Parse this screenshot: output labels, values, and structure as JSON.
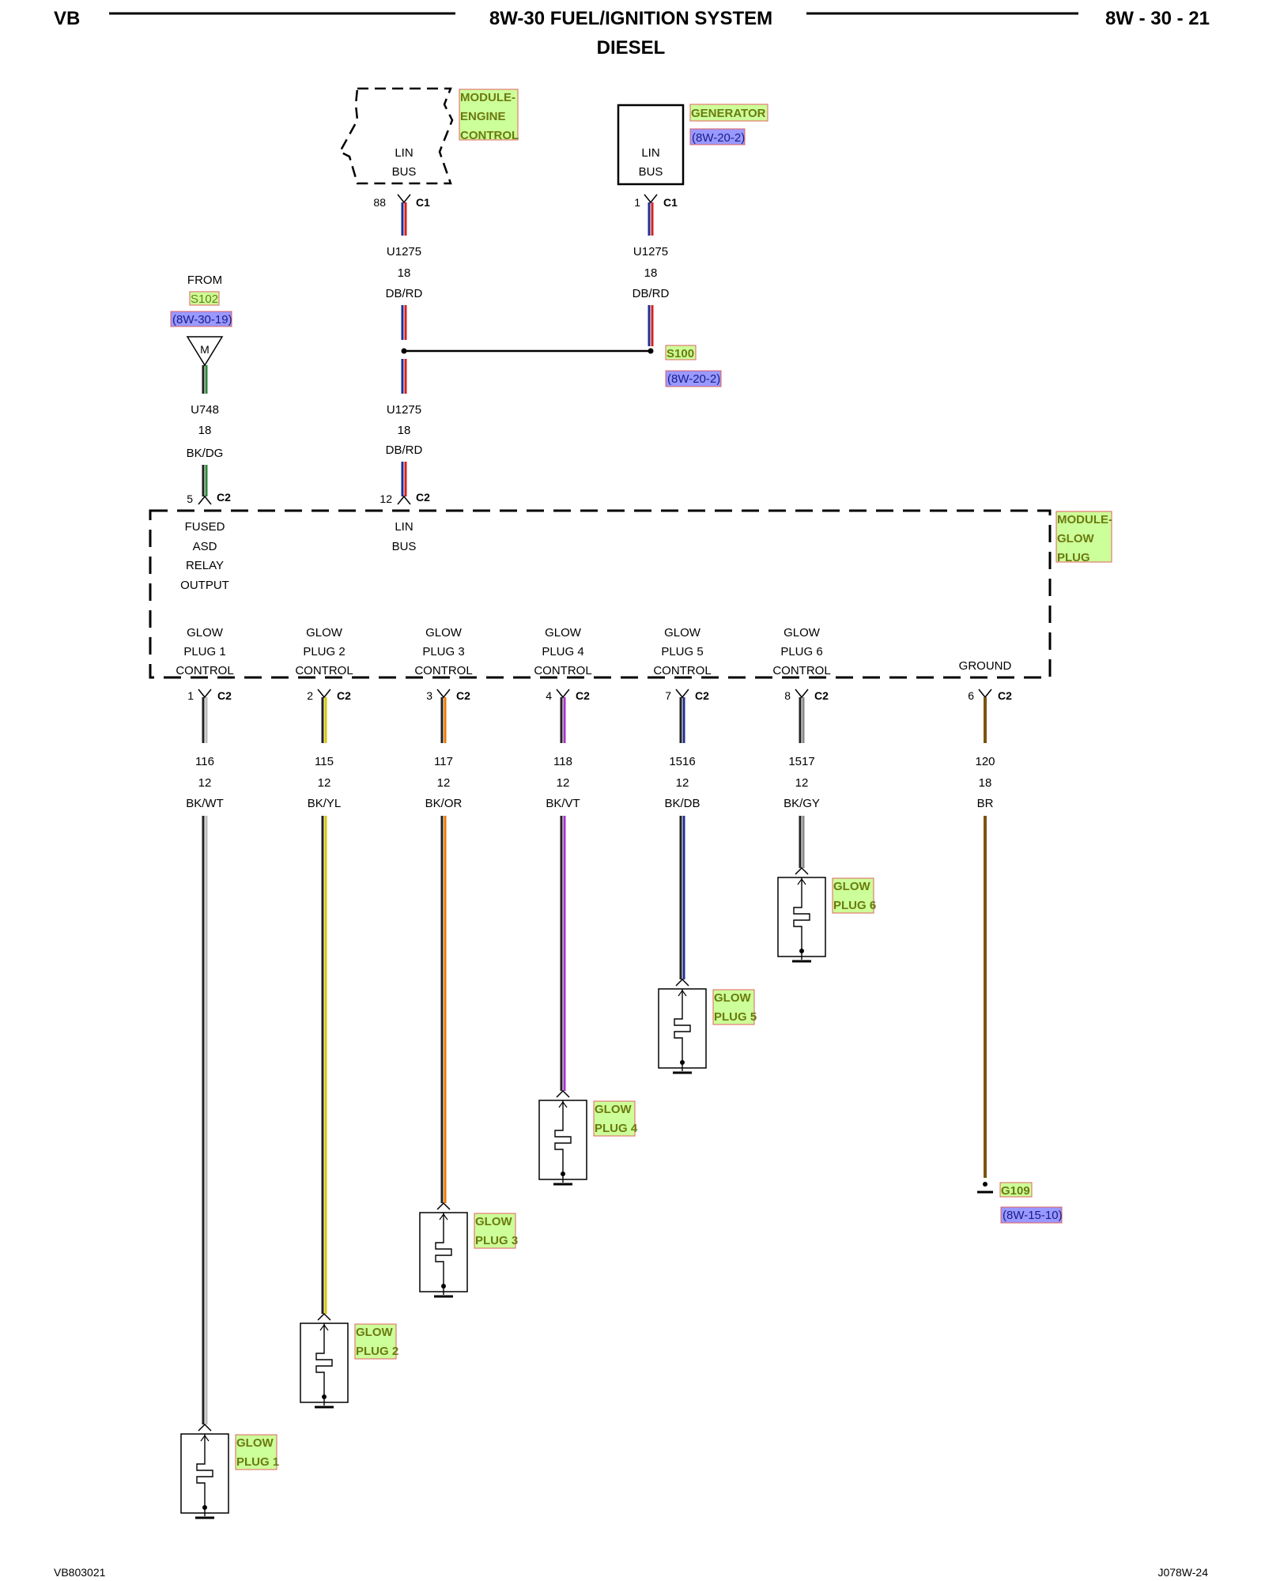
{
  "header": {
    "left": "VB",
    "title": "8W-30 FUEL/IGNITION SYSTEM",
    "subtitle": "DIESEL",
    "page_ref": "8W - 30 - 21"
  },
  "footer": {
    "left": "VB803021",
    "right": "J078W-24"
  },
  "colors": {
    "highlight_green": "#ccff99",
    "highlight_blue": "#9999ff",
    "highlight_border": "#e06060",
    "ref_text": "#1a1a8a",
    "wire_bk": "#222222",
    "wire_db": "#1f2f8f",
    "wire_rd": "#d42020",
    "wire_dg": "#2a8a3a",
    "wire_wt": "#bbbbbb",
    "wire_yl": "#d8c800",
    "wire_or": "#ee7700",
    "wire_vt": "#aa30cc",
    "wire_gy": "#888888",
    "wire_br": "#7a5510"
  },
  "ecm": {
    "name": [
      "MODULE-",
      "ENGINE",
      "CONTROL"
    ],
    "bus": [
      "LIN",
      "BUS"
    ],
    "pin": "88",
    "connector": "C1",
    "wire": [
      "U1275",
      "18",
      "DB/RD"
    ]
  },
  "generator": {
    "name": "GENERATOR",
    "ref": "(8W-20-2)",
    "bus": [
      "LIN",
      "BUS"
    ],
    "pin": "1",
    "connector": "C1",
    "wire": [
      "U1275",
      "18",
      "DB/RD"
    ]
  },
  "splice": {
    "name": "S100",
    "ref": "(8W-20-2)"
  },
  "from_source": {
    "from": "FROM",
    "splice": "S102",
    "ref": "(8W-30-19)",
    "symbol": "M",
    "wire": [
      "U748",
      "18",
      "BK/DG"
    ],
    "pin": "5",
    "connector": "C2"
  },
  "lin_to_glow": {
    "wire": [
      "U1275",
      "18",
      "DB/RD"
    ],
    "pin": "12",
    "connector": "C2"
  },
  "glow_module": {
    "name": [
      "MODULE-",
      "GLOW",
      "PLUG"
    ],
    "input_asd": [
      "FUSED",
      "ASD",
      "RELAY",
      "OUTPUT"
    ],
    "input_lin": [
      "LIN",
      "BUS"
    ]
  },
  "outputs": [
    {
      "label": [
        "GLOW",
        "PLUG 1",
        "CONTROL"
      ],
      "pin": "1",
      "connector": "C2",
      "circuit": "116",
      "gauge": "12",
      "color": "BK/WT",
      "load": [
        "GLOW",
        "PLUG 1"
      ]
    },
    {
      "label": [
        "GLOW",
        "PLUG 2",
        "CONTROL"
      ],
      "pin": "2",
      "connector": "C2",
      "circuit": "115",
      "gauge": "12",
      "color": "BK/YL",
      "load": [
        "GLOW",
        "PLUG 2"
      ]
    },
    {
      "label": [
        "GLOW",
        "PLUG 3",
        "CONTROL"
      ],
      "pin": "3",
      "connector": "C2",
      "circuit": "117",
      "gauge": "12",
      "color": "BK/OR",
      "load": [
        "GLOW",
        "PLUG 3"
      ]
    },
    {
      "label": [
        "GLOW",
        "PLUG 4",
        "CONTROL"
      ],
      "pin": "4",
      "connector": "C2",
      "circuit": "118",
      "gauge": "12",
      "color": "BK/VT",
      "load": [
        "GLOW",
        "PLUG 4"
      ]
    },
    {
      "label": [
        "GLOW",
        "PLUG 5",
        "CONTROL"
      ],
      "pin": "7",
      "connector": "C2",
      "circuit": "1516",
      "gauge": "12",
      "color": "BK/DB",
      "load": [
        "GLOW",
        "PLUG 5"
      ]
    },
    {
      "label": [
        "GLOW",
        "PLUG 6",
        "CONTROL"
      ],
      "pin": "8",
      "connector": "C2",
      "circuit": "1517",
      "gauge": "12",
      "color": "BK/GY",
      "load": [
        "GLOW",
        "PLUG 6"
      ]
    }
  ],
  "ground": {
    "label": "GROUND",
    "pin": "6",
    "connector": "C2",
    "circuit": "120",
    "gauge": "18",
    "color": "BR",
    "point": "G109",
    "ref": "(8W-15-10)"
  }
}
